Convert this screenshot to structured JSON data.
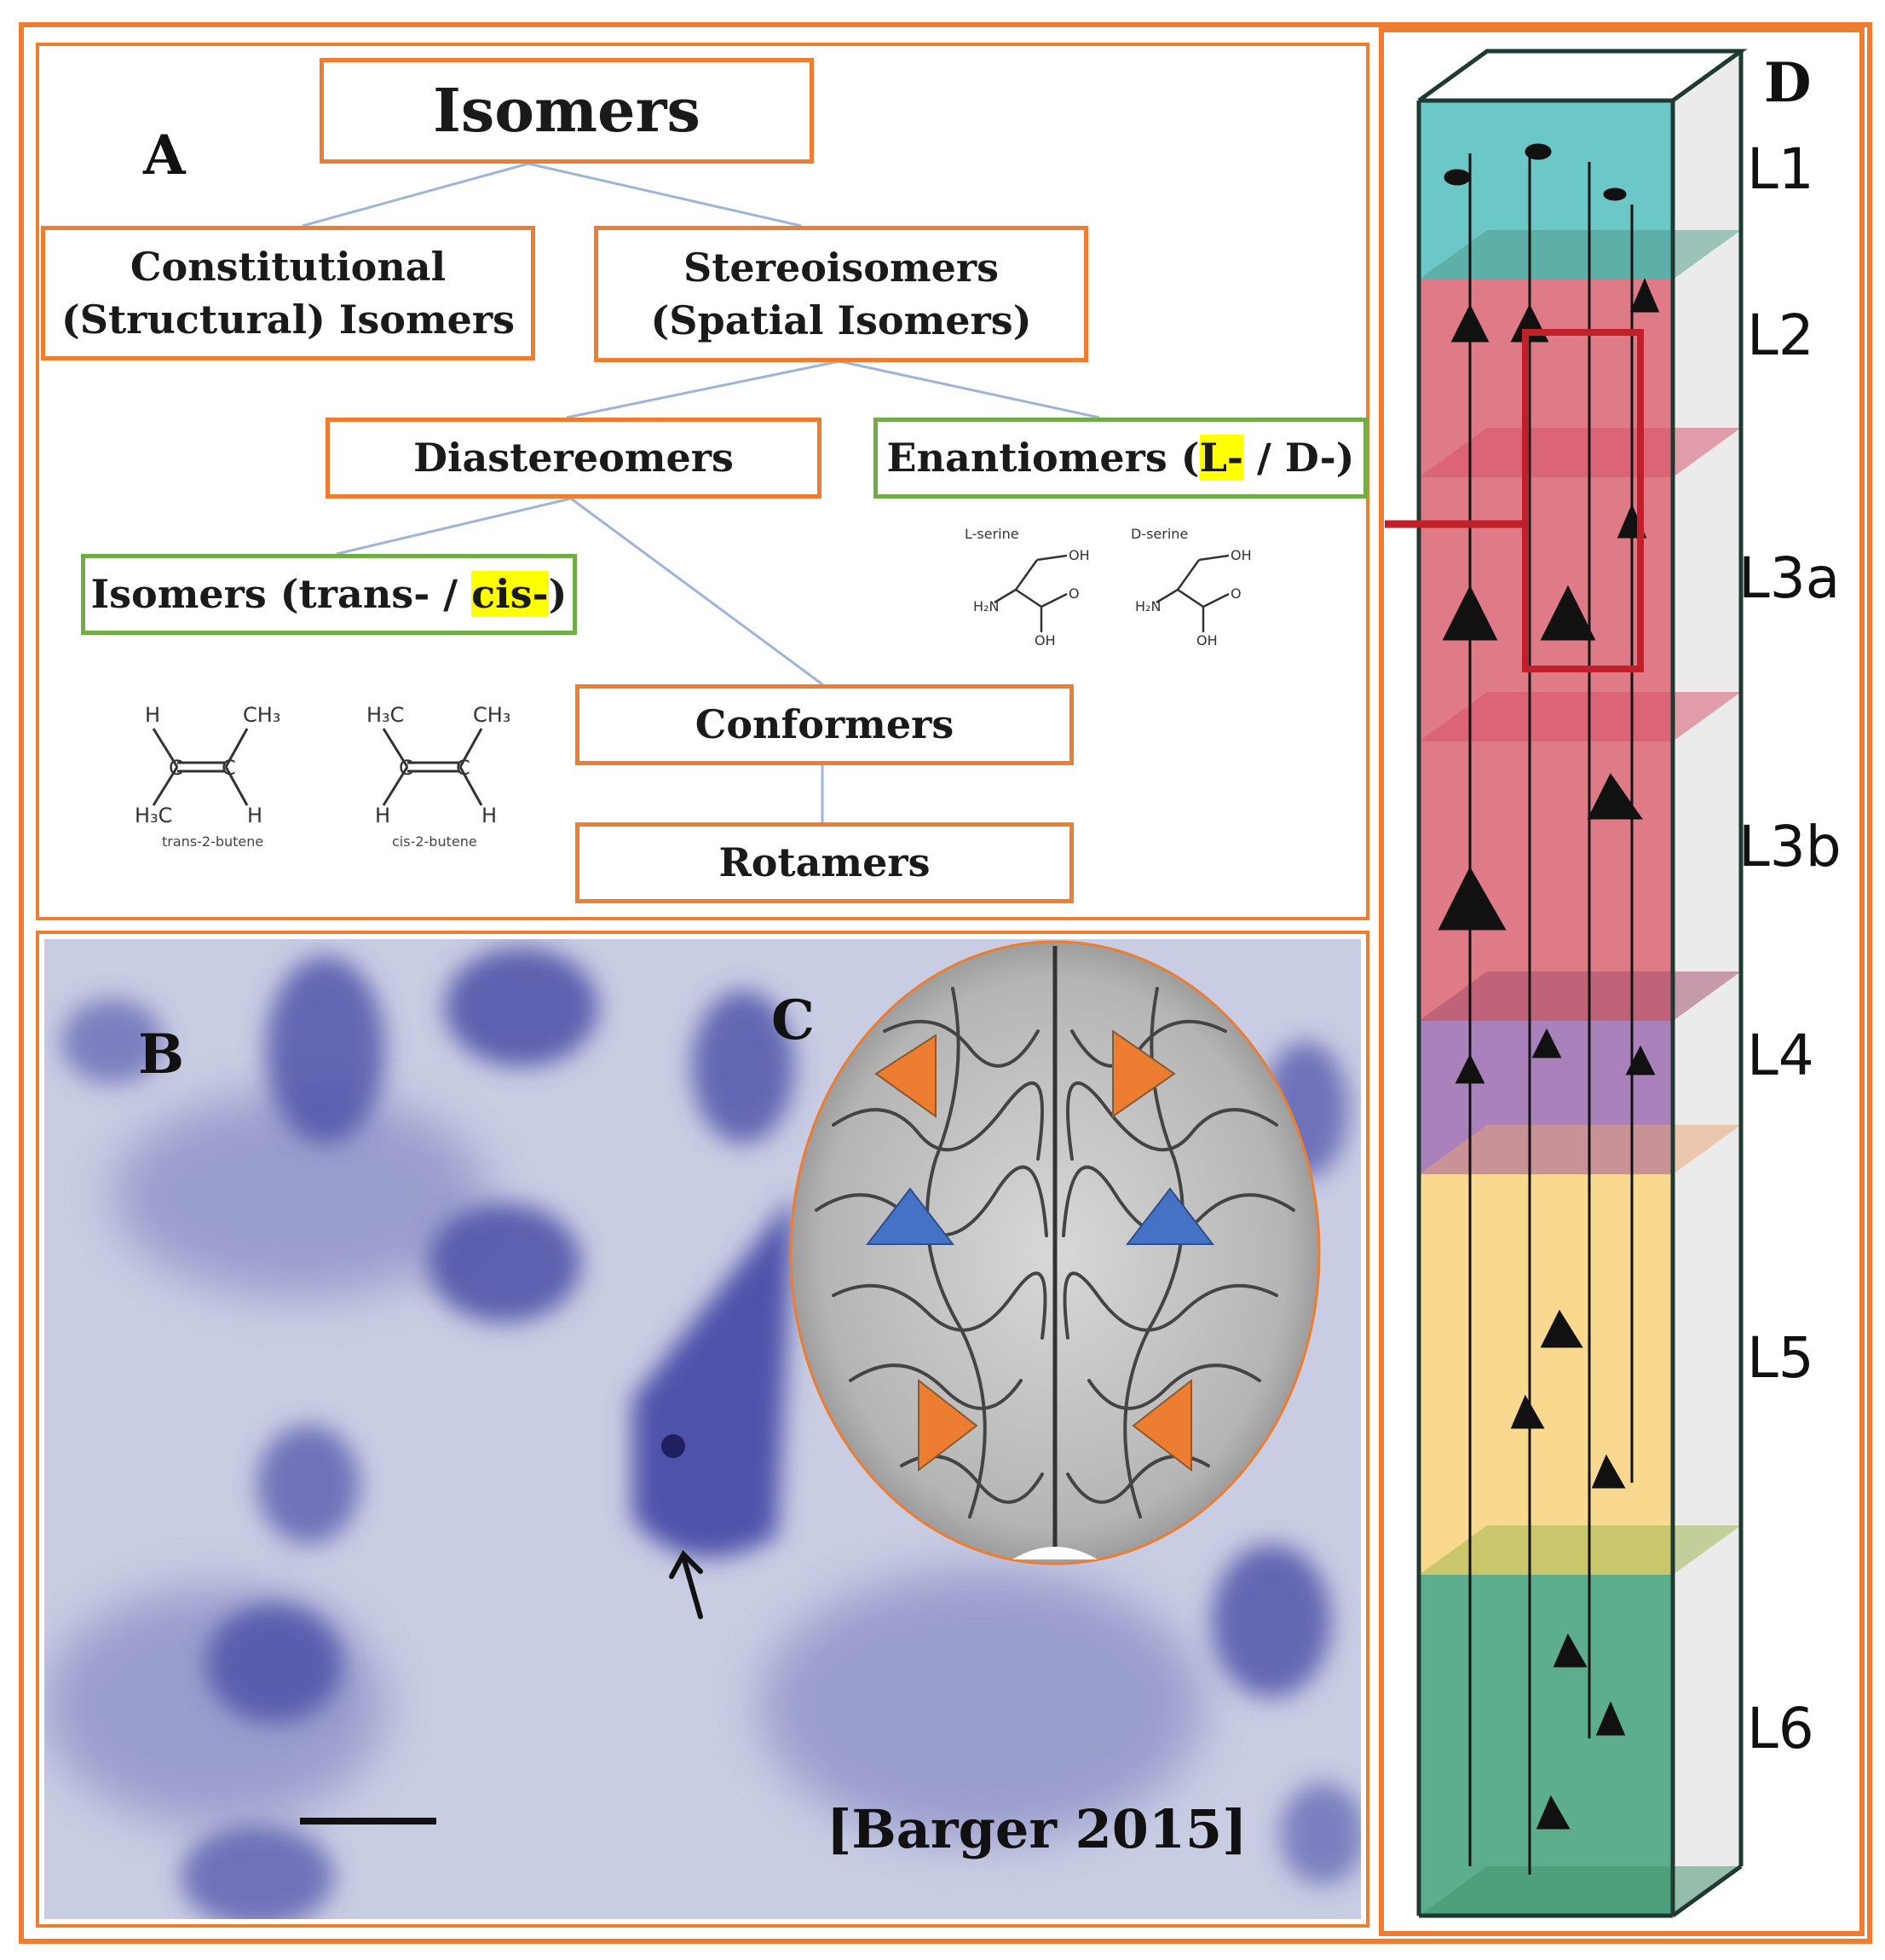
{
  "panel_a": {
    "letter": "A",
    "root": "Isomers",
    "constitutional_line1": "Constitutional",
    "constitutional_line2": "(Structural) Isomers",
    "stereo_line1": "Stereoisomers",
    "stereo_line2": "(Spatial Isomers)",
    "diastereomers": "Diastereomers",
    "enantiomers_prefix": "Enantiomers (",
    "enantiomers_l": "L-",
    "enantiomers_suffix": " / D-)",
    "cistrans_prefix": "Isomers (trans- / ",
    "cistrans_cis": "cis-",
    "cistrans_suffix": ")",
    "conformers": "Conformers",
    "rotamers": "Rotamers",
    "serine_l_label": "L-serine",
    "serine_d_label": "D-serine",
    "trans_label": "trans-2-butene",
    "cis_label": "cis-2-butene"
  },
  "panel_b": {
    "letter": "B",
    "citation": "[Barger 2015]"
  },
  "panel_c": {
    "letter": "C"
  },
  "panel_d": {
    "letter": "D",
    "layers": [
      "L1",
      "L2",
      "L3a",
      "L3b",
      "L4",
      "L5",
      "L6"
    ],
    "colors": {
      "L1": "#6cc7c7",
      "L2_L3": "#df7b86",
      "L4": "#a982bc",
      "L5": "#f8d98f",
      "L6": "#5dae8c"
    }
  },
  "colors": {
    "frame": "#ed7d31",
    "green_border": "#70ad47",
    "highlight": "#ffff00",
    "arrow_orange": "#ed7d31",
    "arrow_blue": "#4472c4",
    "stain": "#3d3f9a"
  }
}
